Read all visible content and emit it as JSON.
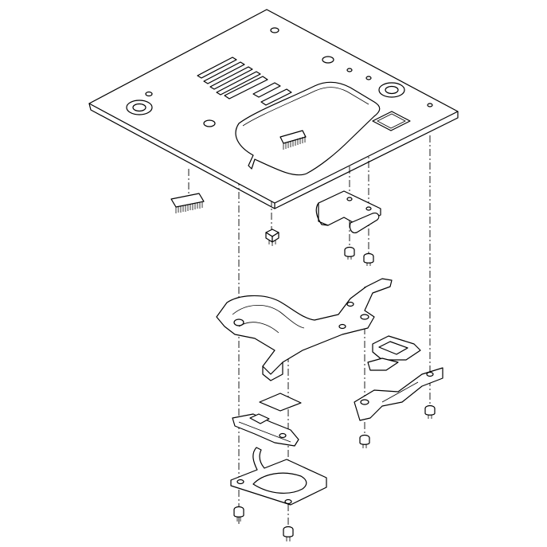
{
  "diagram": {
    "line_color": "#000000",
    "background": "#ffffff",
    "parts": [
      {
        "id": "needle-plate",
        "icon": "needle-plate"
      },
      {
        "id": "cleaning-brush-left",
        "icon": "brush"
      },
      {
        "id": "cleaning-brush-center",
        "icon": "brush"
      },
      {
        "id": "small-pin",
        "icon": "pin"
      },
      {
        "id": "bobbin-guide",
        "icon": "guide-bracket"
      },
      {
        "id": "upper-screws",
        "icon": "screw"
      },
      {
        "id": "bobbin-holder-frame",
        "icon": "frame"
      },
      {
        "id": "latch-spring-assembly",
        "icon": "latch"
      },
      {
        "id": "leaf-spring",
        "icon": "spring"
      },
      {
        "id": "slide-plate",
        "icon": "slide"
      },
      {
        "id": "base-plate",
        "icon": "plate"
      },
      {
        "id": "lower-screws",
        "icon": "screw"
      }
    ]
  }
}
